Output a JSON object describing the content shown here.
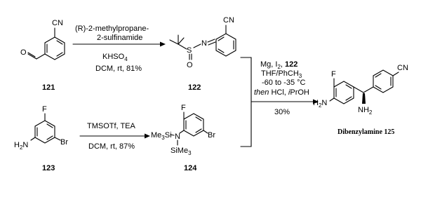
{
  "reaction1": {
    "reagent_line1": "(R)-2-methylpropane-",
    "reagent_line2": "2-sulfinamide",
    "catalyst_base": "KHSO",
    "catalyst_sub": "4",
    "conditions": "DCM, rt, 81%"
  },
  "reaction2": {
    "reagents": "TMSOTf, TEA",
    "conditions": "DCM, rt, 87%"
  },
  "reaction3": {
    "line1_base": "Mg, I",
    "line1_sub": "2",
    "line1_sep": ", ",
    "line1_ref": "122",
    "line2_a": "THF/PhCH",
    "line2_sub": "3",
    "line3": "-60 to -35 °C",
    "line4_then": "then",
    "line4_mid": " HCl, ",
    "line4_i": "i",
    "line4_rest": "PrOH",
    "yield": "30%"
  },
  "compounds": {
    "c121": "121",
    "c122": "122",
    "c123": "123",
    "c124": "124"
  },
  "atoms": {
    "cn": "CN",
    "o": "O",
    "f": "F",
    "br": "Br",
    "h2n": "H",
    "h2n_sub": "2",
    "h2n_n": "N",
    "s": "S",
    "n": "N",
    "si": "Si",
    "me3": "Me",
    "me3_sub": "3",
    "nh2": "NH",
    "nh2_sub": "2"
  },
  "product": {
    "caption": "Dibenzylamine 125"
  }
}
